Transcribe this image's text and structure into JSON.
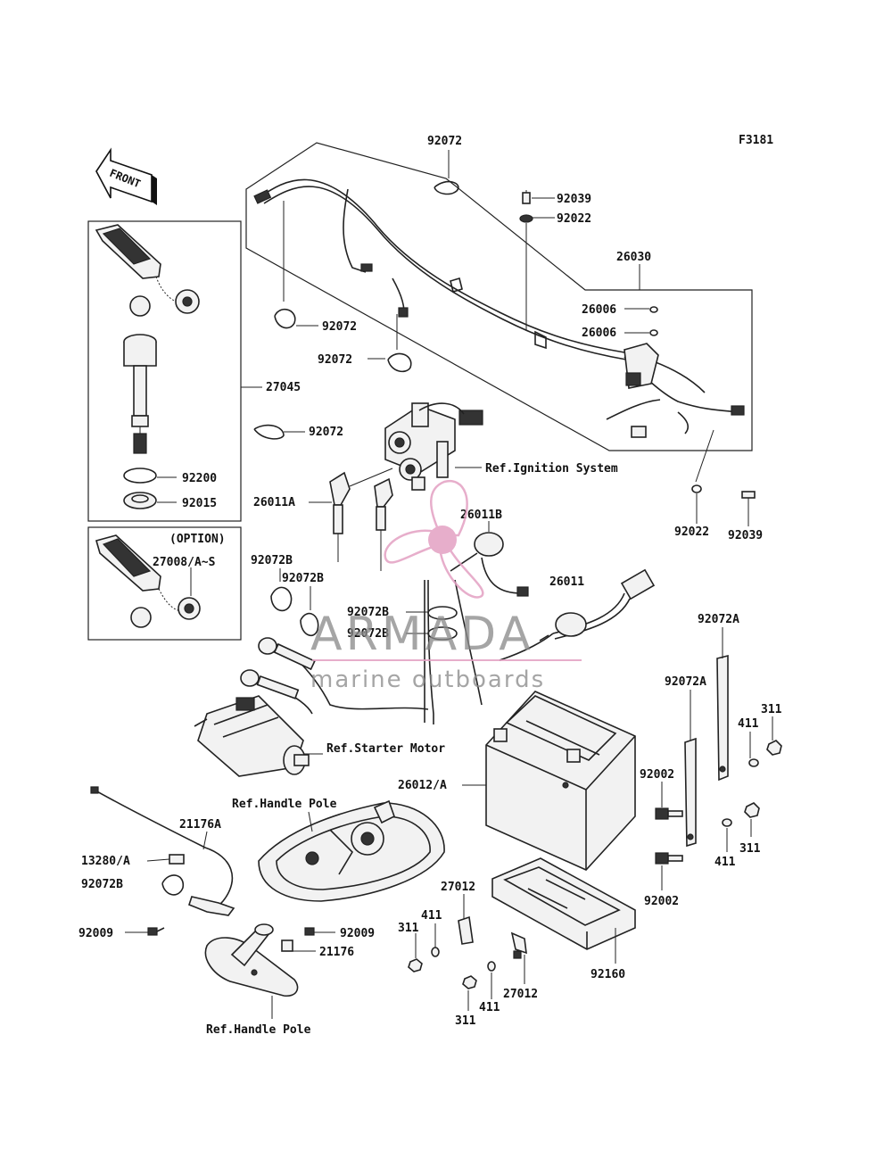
{
  "figure_code": "F3181",
  "front_label": "FRONT",
  "option_label": "(OPTION)",
  "watermark": {
    "brand": "ARMADA",
    "tagline": "marine outboards",
    "accent_color": "#e3a1c3",
    "gray_color": "#8a8a8a"
  },
  "labels": {
    "p92072_top": "92072",
    "p92039_top": "92039",
    "p92022_top": "92022",
    "p26030": "26030",
    "p26006_a": "26006",
    "p26006_b": "26006",
    "p92072_a": "92072",
    "p92072_b": "92072",
    "p27045": "27045",
    "p92072_c": "92072",
    "p92200": "92200",
    "p92015": "92015",
    "p27008": "27008/A~S",
    "p26011A": "26011A",
    "p26011B": "26011B",
    "p26011": "26011",
    "p92022_mid": "92022",
    "p92039_mid": "92039",
    "p92072B_a": "92072B",
    "p92072B_b": "92072B",
    "p92072B_c": "92072B",
    "p92072B_d": "92072B",
    "p92072A_a": "92072A",
    "p92072A_b": "92072A",
    "p311_a": "311",
    "p411_a": "411",
    "p92002_a": "92002",
    "p26012": "26012/A",
    "p311_b": "311",
    "p411_b": "411",
    "p92002_b": "92002",
    "p21176A": "21176A",
    "p13280": "13280/A",
    "p92072B_e": "92072B",
    "p92009_a": "92009",
    "p92009_b": "92009",
    "p21176": "21176",
    "p27012_a": "27012",
    "p411_c": "411",
    "p311_c": "311",
    "p92160": "92160",
    "p411_d": "411",
    "p311_d": "311",
    "p27012_b": "27012"
  },
  "references": {
    "ignition": "Ref.Ignition System",
    "starter": "Ref.Starter Motor",
    "handle_top": "Ref.Handle Pole",
    "handle_bottom": "Ref.Handle Pole"
  }
}
